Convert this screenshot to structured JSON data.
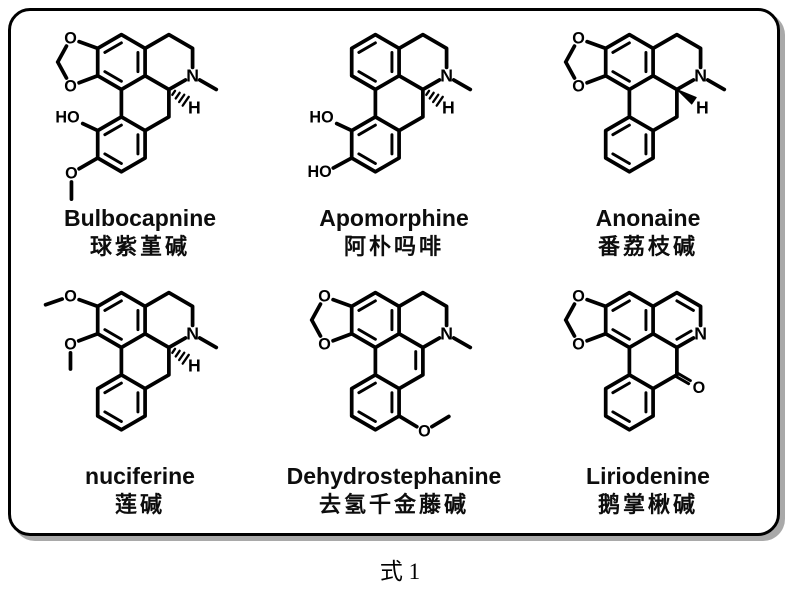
{
  "figure": {
    "caption": "式 1"
  },
  "molecules": [
    {
      "name": "Bulbocapnine",
      "name_zh": "球紫堇碱",
      "labels": {
        "o_top": "O",
        "o_bottom": "O",
        "n": "N",
        "h": "H",
        "ho": "HO",
        "methoxy_o": "O"
      }
    },
    {
      "name": "Apomorphine",
      "name_zh": "阿朴吗啡",
      "labels": {
        "n": "N",
        "h": "H",
        "ho_top": "HO",
        "ho_bottom": "HO"
      }
    },
    {
      "name": "Anonaine",
      "name_zh": "番荔枝碱",
      "labels": {
        "o_top": "O",
        "o_bottom": "O",
        "n": "N",
        "h": "H"
      }
    },
    {
      "name": "nuciferine",
      "name_zh": "莲碱",
      "labels": {
        "methoxy_o_top": "O",
        "methoxy_o_bottom": "O",
        "n": "N",
        "h": "H"
      }
    },
    {
      "name": "Dehydrostephanine",
      "name_zh": "去氢千金藤碱",
      "labels": {
        "o_top": "O",
        "o_bottom": "O",
        "n": "N",
        "methoxy_o": "O"
      }
    },
    {
      "name": "Liriodenine",
      "name_zh": "鹅掌楸碱",
      "labels": {
        "o_top": "O",
        "o_bottom": "O",
        "n": "N",
        "keto_o": "O"
      }
    }
  ]
}
